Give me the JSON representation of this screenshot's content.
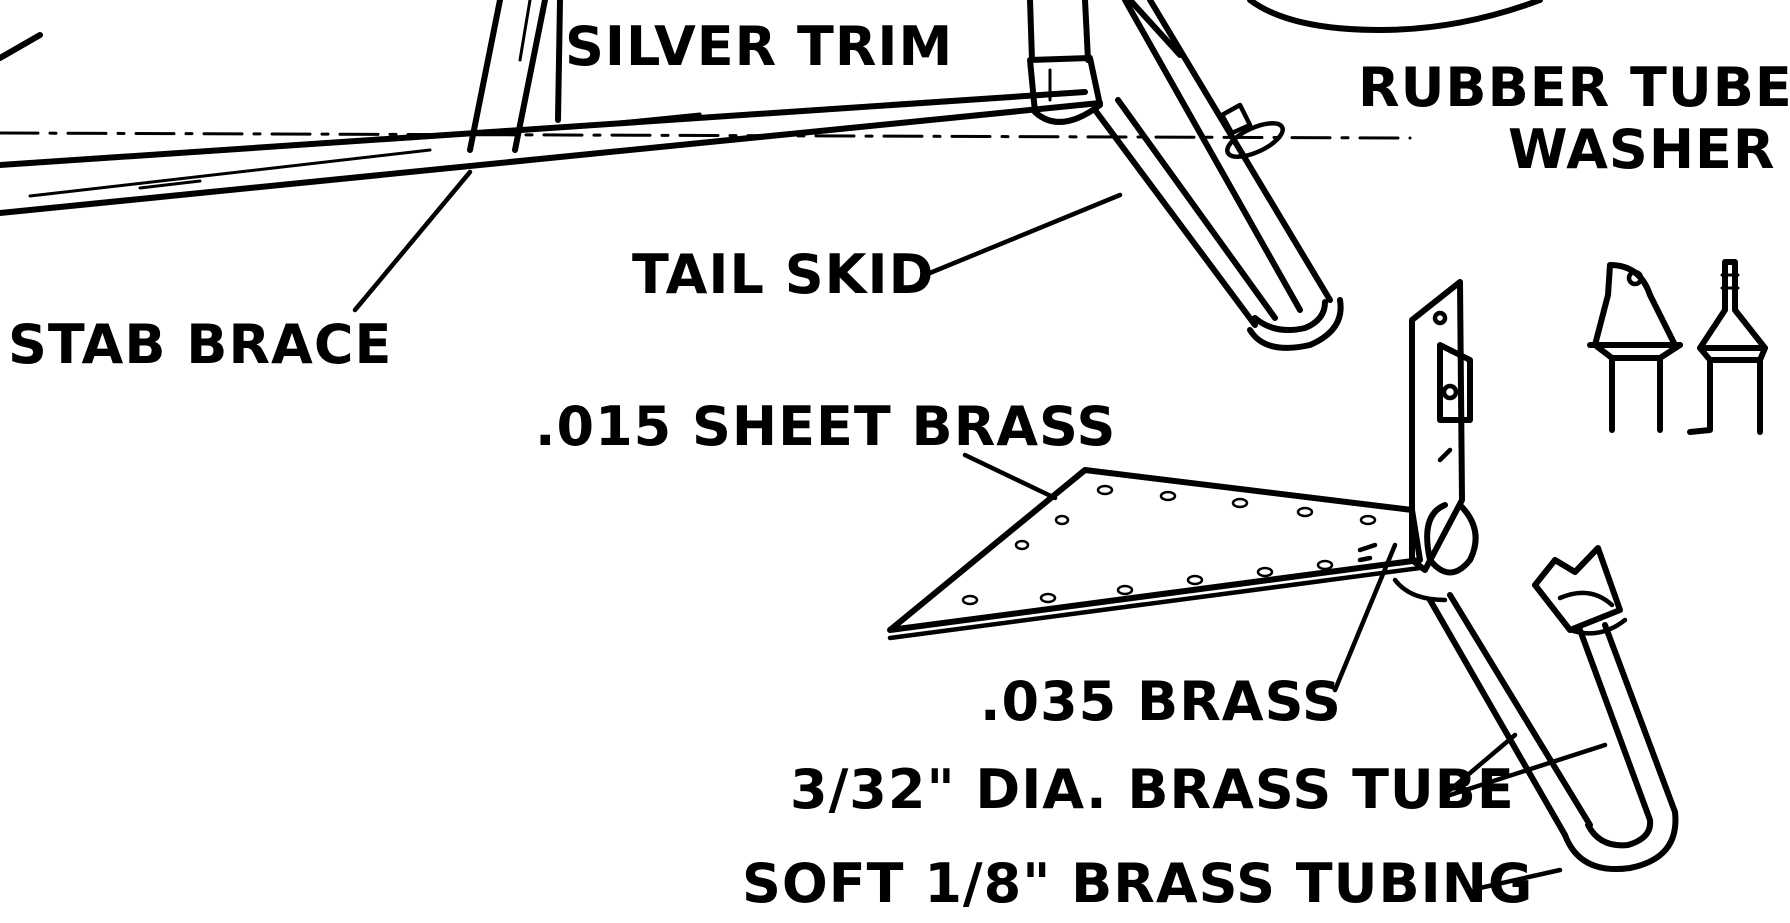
{
  "labels": {
    "silver_trim": "SILVER TRIM",
    "rubber_tube": "RUBBER TUBE",
    "washer": "WASHER",
    "tail_skid": "TAIL SKID",
    "stab_brace": "STAB BRACE",
    "sheet_brass": ".015 SHEET BRASS",
    "brass_035": ".035 BRASS",
    "brass_tube": "3/32\" DIA. BRASS TUBE",
    "soft_tubing": "SOFT 1/8\" BRASS TUBING"
  }
}
